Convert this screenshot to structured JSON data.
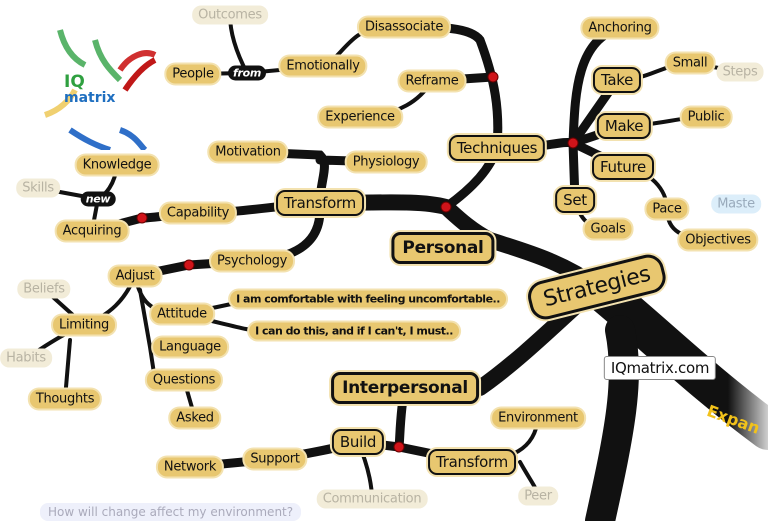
{
  "logo": {
    "line1": "IQ",
    "line2": "matrix"
  },
  "center": {
    "label": "Strategies"
  },
  "website": "IQmatrix.com",
  "expand_label": "Expan",
  "question_prompt": "How will change affect my environment?",
  "colors": {
    "node_fill": "#e8c770",
    "branch": "#111111",
    "connector_dot": "#d0141a",
    "faded_text": "#b8b3a3"
  },
  "nodes": {
    "outcomes": "Outcomes",
    "disassociate": "Disassociate",
    "people": "People",
    "from": "from",
    "emotionally": "Emotionally",
    "reframe": "Reframe",
    "experience": "Experience",
    "anchoring": "Anchoring",
    "take": "Take",
    "small": "Small",
    "steps": "Steps",
    "make": "Make",
    "public": "Public",
    "techniques": "Techniques",
    "physiology": "Physiology",
    "motivation": "Motivation",
    "knowledge": "Knowledge",
    "skills": "Skills",
    "new": "new",
    "capability": "Capability",
    "acquiring": "Acquiring",
    "transform_personal": "Transform",
    "future": "Future",
    "set": "Set",
    "goals": "Goals",
    "pace": "Pace",
    "objectives": "Objectives",
    "master": "Maste",
    "personal": "Personal",
    "psychology": "Psychology",
    "adjust": "Adjust",
    "beliefs": "Beliefs",
    "limiting": "Limiting",
    "attitude": "Attitude",
    "attitude_note_1": "I am comfortable with feeling uncomfortable..",
    "attitude_note_2": "I can do this, and if I can't, I must..",
    "language": "Language",
    "habits": "Habits",
    "questions": "Questions",
    "thoughts": "Thoughts",
    "interpersonal": "Interpersonal",
    "asked": "Asked",
    "environment": "Environment",
    "build": "Build",
    "support": "Support",
    "transform_interpersonal": "Transform",
    "network": "Network",
    "communication": "Communication",
    "peer": "Peer"
  }
}
